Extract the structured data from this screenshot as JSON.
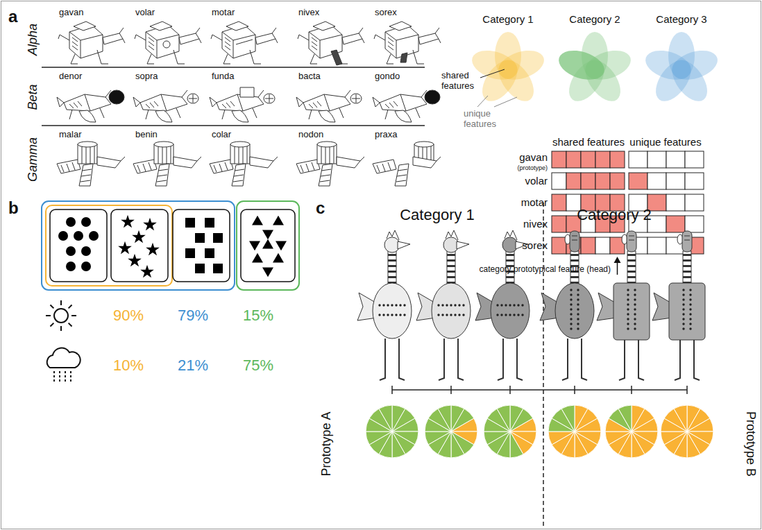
{
  "diagram": {
    "labels": [
      "a",
      "Alpha",
      "gavan",
      "volar",
      "motar",
      "nivex",
      "sorex",
      "Beta",
      "denor",
      "sopra",
      "funda",
      "bacta",
      "gondo",
      "Gamma",
      "malar",
      "benin",
      "colar",
      "nodon",
      "praxa",
      "Category 1",
      "Category 2",
      "Category 3",
      "shared features",
      "unique features",
      "shared features",
      "unique features",
      "gavan",
      "(prototype)",
      "volar",
      "motar",
      "nivex",
      "sorex",
      "category prototypical feature (head)",
      "b",
      "90%",
      "79%",
      "15%",
      "10%",
      "21%",
      "75%",
      "c",
      "Category 1",
      "Category 2",
      "Prototype A",
      "Prototype B"
    ]
  }
}
